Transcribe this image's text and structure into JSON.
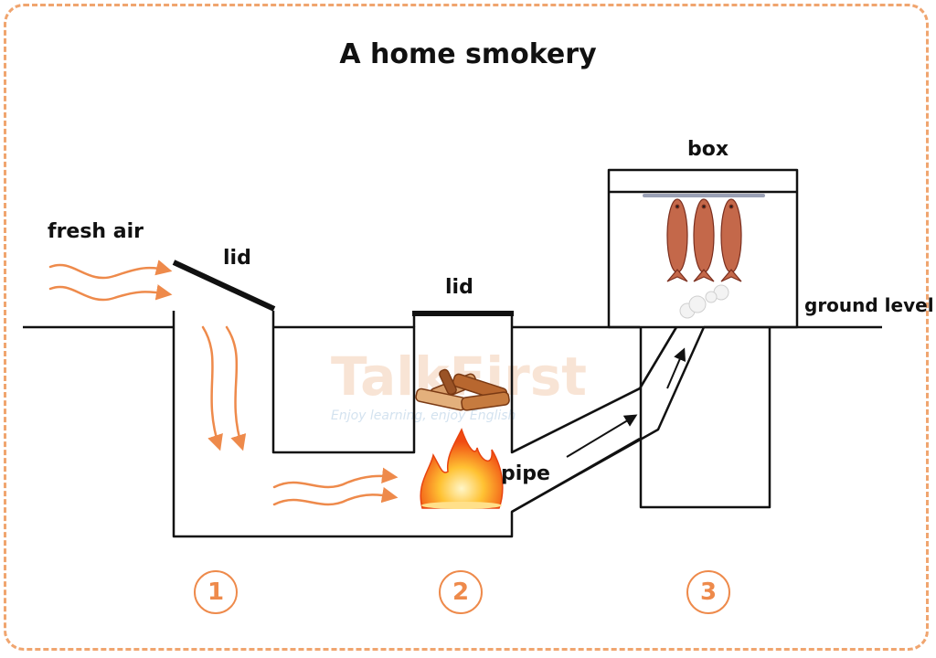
{
  "title": "A home smokery",
  "labels": {
    "fresh_air": "fresh air",
    "lid_1": "lid",
    "lid_2": "lid",
    "box": "box",
    "ground_level": "ground level",
    "pipe": "pipe"
  },
  "stages": [
    "1",
    "2",
    "3"
  ],
  "watermark": {
    "name": "TalkFirst",
    "tagline": "Enjoy learning, enjoy English"
  },
  "colors": {
    "accent": "#ee8a4b",
    "frame": "#f0a56f",
    "line": "#111111",
    "fish": "#c4684a"
  }
}
